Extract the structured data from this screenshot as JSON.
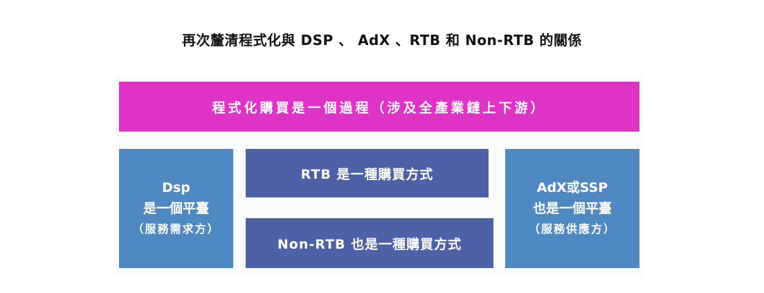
{
  "title": "再次釐清程式化與 DSP 、 AdX 、RTB 和 Non-RTB 的關係",
  "banner": "程式化購買是一個過程（涉及全產業鏈上下游）",
  "left_box": {
    "line1": "Dsp",
    "line2": "是一個平臺",
    "line3": "（服務需求方）"
  },
  "middle_top": "RTB 是一種購買方式",
  "middle_bottom": "Non-RTB 也是一種購買方式",
  "right_box": {
    "line1": "AdX或SSP",
    "line2": "也是一個平臺",
    "line3": "（服務供應方）"
  },
  "colors": {
    "banner": "#de33c4",
    "side_boxes": "#4f89c2",
    "middle_boxes": "#4d62a6"
  }
}
